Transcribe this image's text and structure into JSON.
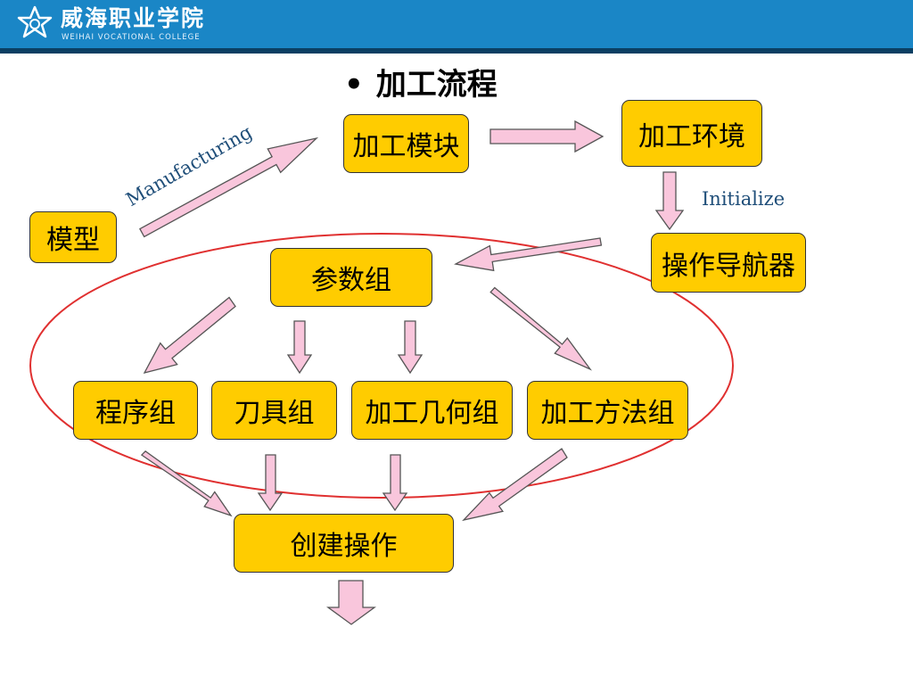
{
  "header": {
    "college_name": "威海职业学院",
    "college_name_en": "WEIHAI VOCATIONAL COLLEGE",
    "logo_icon": "college-emblem"
  },
  "slide": {
    "bullet": "•",
    "title": "加工流程"
  },
  "nodes": {
    "model": "模型",
    "cam_module": "加工模块",
    "cam_environment": "加工环境",
    "operation_navigator": "操作导航器",
    "parameter_groups": "参数组",
    "program_group": "程序组",
    "tool_group": "刀具组",
    "geometry_group": "加工几何组",
    "method_group": "加工方法组",
    "create_operation": "创建操作"
  },
  "labels": {
    "manufacturing": "Manufacturing",
    "initialize": "Initialize"
  },
  "colors": {
    "header": "#1a86c6",
    "header_line": "#0b3f63",
    "box_fill": "#ffcc00",
    "arrow_fill": "#f9c6dc",
    "ellipse": "#e03030",
    "annotation_text": "#1f4e79"
  }
}
